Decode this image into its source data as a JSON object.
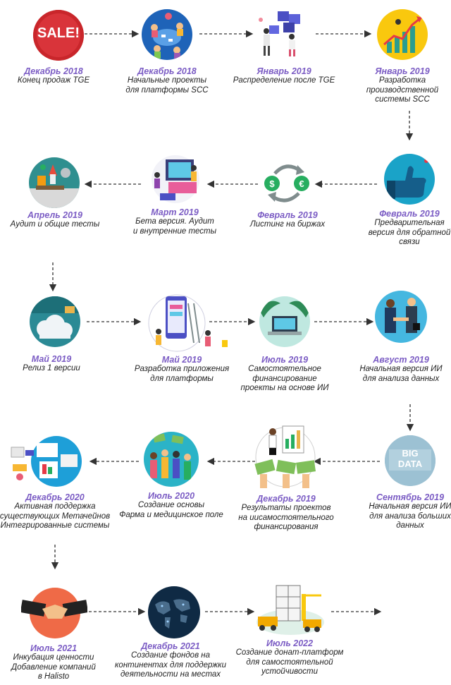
{
  "milestones": [
    {
      "date": "Декабрь 2018",
      "text": "Конец продаж TGE",
      "icon": "sale-icon"
    },
    {
      "date": "Декабрь 2018",
      "text": "Начальные проекты\nдля платформы SCC",
      "icon": "team-meeting-icon"
    },
    {
      "date": "Январь 2019",
      "text": "Распределение после TGE",
      "icon": "people-blocks-icon"
    },
    {
      "date": "Январь 2019",
      "text": "Разработка\nпроизводственной\nсистемы SCC",
      "icon": "growth-chart-icon"
    },
    {
      "date": "Февраль 2019",
      "text": "Предварительная\nверсия для обратной\nсвязи",
      "icon": "thumbs-up-icon"
    },
    {
      "date": "Февраль 2019",
      "text": "Листинг на биржах",
      "icon": "currency-exchange-icon"
    },
    {
      "date": "Март 2019",
      "text": "Бета версия. Аудит\nи внутренние тесты",
      "icon": "dev-team-icon"
    },
    {
      "date": "Апрель 2019",
      "text": "Аудит и общие тесты",
      "icon": "rocket-desk-icon"
    },
    {
      "date": "Май 2019",
      "text": "Релиз 1 версии",
      "icon": "cloud-release-icon"
    },
    {
      "date": "Май 2019",
      "text": "Разработка приложения\nдля платформы",
      "icon": "app-builders-icon"
    },
    {
      "date": "Июль 2019",
      "text": "Самостоятельное\nфинансирование\nпроекты на основе ИИ",
      "icon": "laptop-palms-icon"
    },
    {
      "date": "Август 2019",
      "text": "Начальная версия ИИ\nдля анализа данных",
      "icon": "handshake-icon"
    },
    {
      "date": "Сентябрь 2019",
      "text": "Начальная версия ИИ\nдля анализа больших\nданных",
      "icon": "big-data-icon"
    },
    {
      "date": "Декабрь 2019",
      "text": "Результаты проектов\nна иисамостоятельного\nфинансирования",
      "icon": "presentation-money-icon"
    },
    {
      "date": "Июль 2020",
      "text": "Создание основы\nФарма и медицинское поле",
      "icon": "crowd-money-icon"
    },
    {
      "date": "Декабрь 2020",
      "text": "Активная поддержка\nсуществующих Метачейнов\nИнтегрированные системы",
      "icon": "integrated-systems-icon"
    },
    {
      "date": "Июль 2021",
      "text": "Инкубация ценности\nДобавление компаний\nв Halisto",
      "icon": "business-handshake-icon"
    },
    {
      "date": "Декабрь 2021",
      "text": "Создание фондов на\nконтинентах для поддержки\nдеятельности на местах",
      "icon": "world-map-icon"
    },
    {
      "date": "Июль 2022",
      "text": "Создание донат-платформ\nдля самостоятельной\nустойчивости",
      "icon": "construction-icon"
    }
  ],
  "sale_text": "SALE!",
  "big_data_text": "BIG\nDATA",
  "colors": {
    "date": "#7b5cc4",
    "arrow": "#333333"
  }
}
